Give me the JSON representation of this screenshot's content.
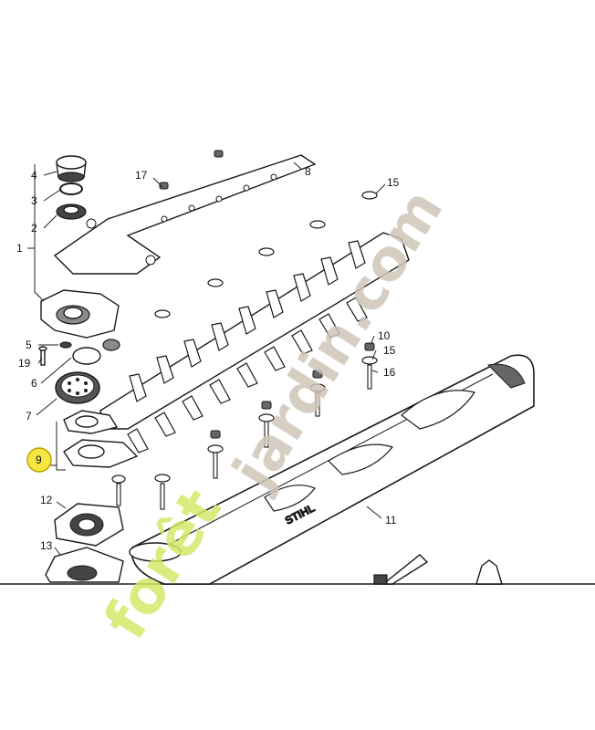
{
  "callouts": {
    "c1": "1",
    "c2": "2",
    "c3": "3",
    "c4": "4",
    "c5": "5",
    "c6": "6",
    "c7": "7",
    "c8": "8",
    "c9": "9",
    "c10": "10",
    "c11": "11",
    "c12": "12",
    "c13": "13",
    "c15a": "15",
    "c15b": "15",
    "c16": "16",
    "c17": "17",
    "c19": "19"
  },
  "brand_label": "STIHL",
  "watermark": {
    "text_a": "forêt",
    "text_b": "jardin.com",
    "color_a": "#d6e86a",
    "color_b": "#cfc6b8",
    "color_hat": "#e8a23a"
  },
  "highlight_color": "#f5e642"
}
